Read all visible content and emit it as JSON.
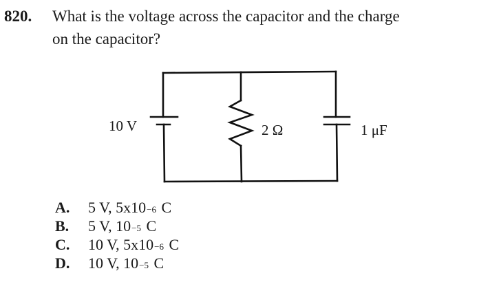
{
  "question": {
    "number": "820.",
    "text_line1": "What is the voltage across the capacitor and the charge",
    "text_line2": "on the capacitor?"
  },
  "circuit": {
    "battery_label": "10 V",
    "resistor_label": "2 Ω",
    "capacitor_label": "1 μF",
    "components": [
      "battery",
      "resistor",
      "capacitor"
    ],
    "configuration": "parallel"
  },
  "answers": [
    {
      "letter": "A.",
      "voltage": "5 V,",
      "mantissa": "5x10",
      "exponent": "−6",
      "unit": "C"
    },
    {
      "letter": "B.",
      "voltage": "5 V,",
      "mantissa": "10",
      "exponent": "−5",
      "unit": "C"
    },
    {
      "letter": "C.",
      "voltage": "10 V,",
      "mantissa": "5x10",
      "exponent": "−6",
      "unit": "C"
    },
    {
      "letter": "D.",
      "voltage": "10 V,",
      "mantissa": "10",
      "exponent": "−5",
      "unit": "C"
    }
  ]
}
